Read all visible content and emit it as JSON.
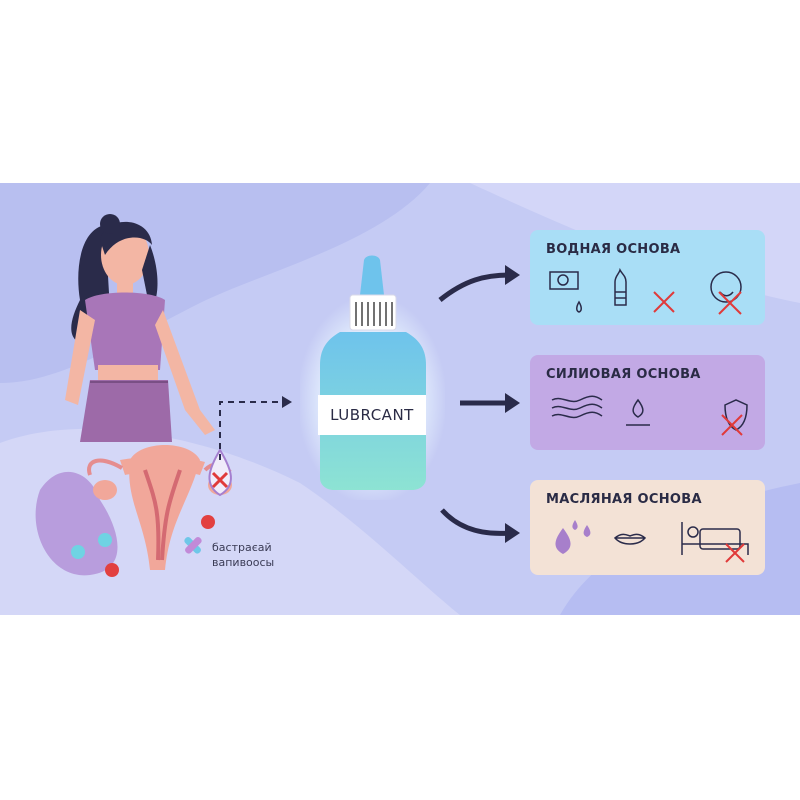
{
  "product_label": "LUBRCANT",
  "infection_note": {
    "line1": "бастраєай",
    "line2": "вапивоосы"
  },
  "cards": [
    {
      "title": "ВОДНАЯ ОСНОВА",
      "color": "#a9def6",
      "icons": [
        "condom-pack-icon",
        "drop-icon",
        "condom-icon",
        "cross-icon",
        "smile-icon",
        "cross-icon"
      ]
    },
    {
      "title": "СИЛИОВАЯ ОСНОВА",
      "color": "#c2a9e5",
      "icons": [
        "waves-icon",
        "drop-icon",
        "shield-icon",
        "cross-icon"
      ]
    },
    {
      "title": "МАСЛЯНАЯ ОСНОВА",
      "color": "#f3e2d6",
      "icons": [
        "oil-drops-icon",
        "lips-icon",
        "bed-icon",
        "cross-icon"
      ]
    }
  ]
}
